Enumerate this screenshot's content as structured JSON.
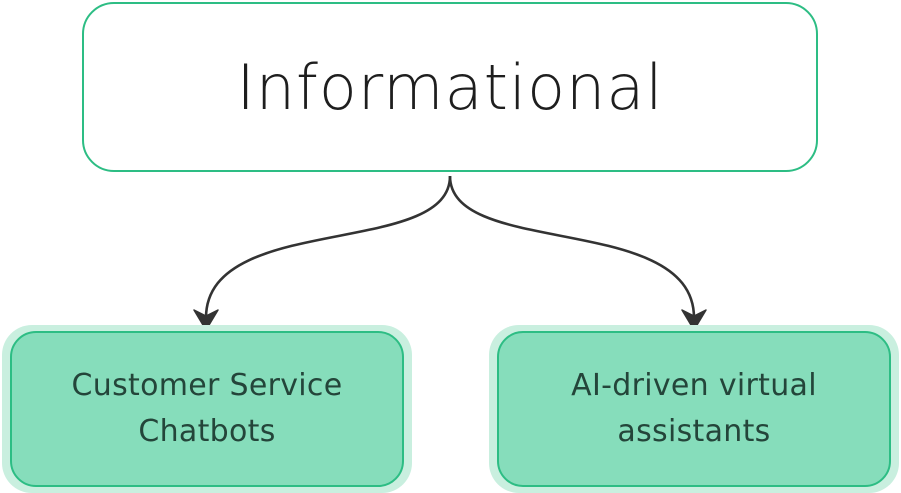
{
  "diagram": {
    "root": {
      "label": "Informational"
    },
    "children": [
      {
        "label": "Customer Service\nChatbots"
      },
      {
        "label": "AI-driven virtual\nassistants"
      }
    ]
  },
  "colors": {
    "root_border": "#2dbd84",
    "child_fill": "#86ddbb",
    "child_glow": "#c9efdf",
    "child_text": "#24453a",
    "connector": "#333333"
  }
}
